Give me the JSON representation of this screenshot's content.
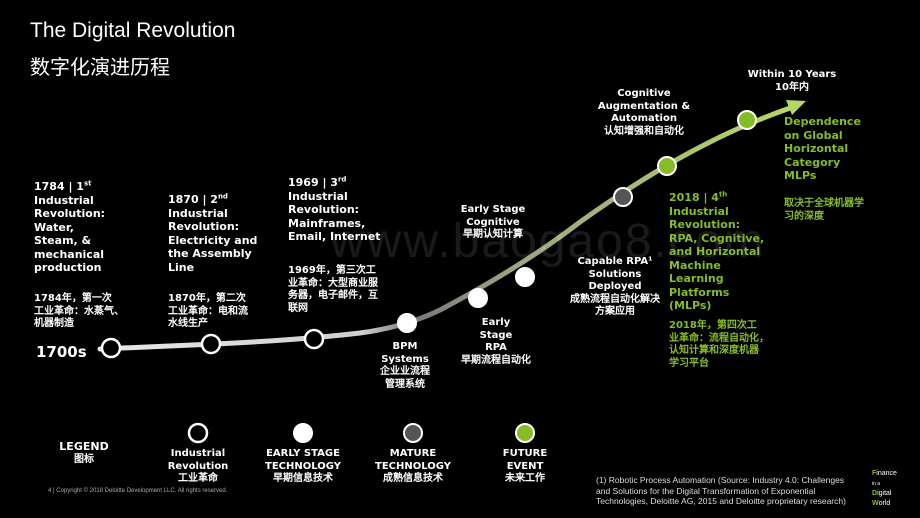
{
  "header": {
    "title": "The Digital Revolution",
    "subtitle": "数字化演进历程"
  },
  "timeline_start": "1700s",
  "colors": {
    "accent_green": "#86bc25",
    "mature_gray": "#555555",
    "background": "#000000"
  },
  "revolutions": [
    {
      "year": "1784 | 1",
      "ordinal": "st",
      "name_lines": [
        "Industrial",
        "Revolution:",
        "Water,",
        "Steam, &",
        "mechanical",
        "production"
      ],
      "cn": [
        "1784年，第一次",
        "工业革命：水蒸气、",
        "机器制造"
      ]
    },
    {
      "year": "1870 | 2",
      "ordinal": "nd",
      "name_lines": [
        "Industrial",
        "Revolution:",
        "Electricity and",
        "the Assembly",
        "Line"
      ],
      "cn": [
        "1870年，第二次",
        "工业革命：电和流",
        "水线生产"
      ]
    },
    {
      "year": "1969 | 3",
      "ordinal": "rd",
      "name_lines": [
        "Industrial",
        "Revolution:",
        "Mainframes,",
        "Email, Internet"
      ],
      "cn": [
        "1969年，第三次工",
        "业革命：大型商业服",
        "务器，电子邮件，互",
        "联网"
      ]
    },
    {
      "year": "2018 | 4",
      "ordinal": "th",
      "name_lines": [
        "Industrial",
        "Revolution:",
        "RPA, Cognitive,",
        "and Horizontal",
        "Machine",
        "Learning",
        "Platforms",
        "(MLPs)"
      ],
      "cn": [
        "2018年，第四次工",
        "业革命：流程自动化，",
        "认知计算和深度机器",
        "学习平台"
      ]
    }
  ],
  "milestones": {
    "bpm": {
      "lines": [
        "BPM",
        "Systems"
      ],
      "cn": [
        "企业业流程",
        "管理系统"
      ]
    },
    "early_rpa": {
      "lines": [
        "Early",
        "Stage",
        "RPA"
      ],
      "cn": [
        "早期流程自动化"
      ]
    },
    "early_cognitive": {
      "lines": [
        "Early Stage",
        "Cognitive"
      ],
      "cn": [
        "早期认知计算"
      ]
    },
    "capable_rpa": {
      "lines": [
        "Capable RPA¹",
        "Solutions",
        "Deployed"
      ],
      "cn": [
        "成熟流程自动化解决",
        "方案应用"
      ]
    },
    "cognitive_aug": {
      "lines": [
        "Cognitive",
        "Augmentation &",
        "Automation"
      ],
      "cn": [
        "认知增强和自动化"
      ]
    },
    "within10": {
      "lines": [
        "Within 10 Years"
      ],
      "cn": [
        "10年内"
      ]
    },
    "dependence": {
      "lines": [
        "Dependence",
        "on Global",
        "Horizontal",
        "Category",
        "MLPs"
      ],
      "cn": [
        "取决于全球机器学",
        "习的深度"
      ]
    }
  },
  "legend": {
    "title": "LEGEND",
    "title_cn": "图标",
    "items": [
      {
        "lines": [
          "Industrial",
          "Revolution"
        ],
        "cn": "工业革命"
      },
      {
        "lines": [
          "EARLY STAGE",
          "TECHNOLOGY"
        ],
        "cn": "早期信息技术"
      },
      {
        "lines": [
          "MATURE",
          "TECHNOLOGY"
        ],
        "cn": "成熟信息技术"
      },
      {
        "lines": [
          "FUTURE",
          "EVENT"
        ],
        "cn": "未来工作"
      }
    ]
  },
  "footer": {
    "copyright": "4  |  Copyright © 2018 Deloitte Development LLC. All rights reserved.",
    "footnote": "(1) Robotic Process Automation (Source: Industry 4.0: Challenges and Solutions for the Digital Transformation of Exponential Technologies, Deloitte AG, 2015 and Deloitte proprietary research)",
    "brand_lines": [
      "Finance",
      "in a",
      "Digital",
      "World"
    ]
  },
  "watermark": "www.baogao8.com"
}
